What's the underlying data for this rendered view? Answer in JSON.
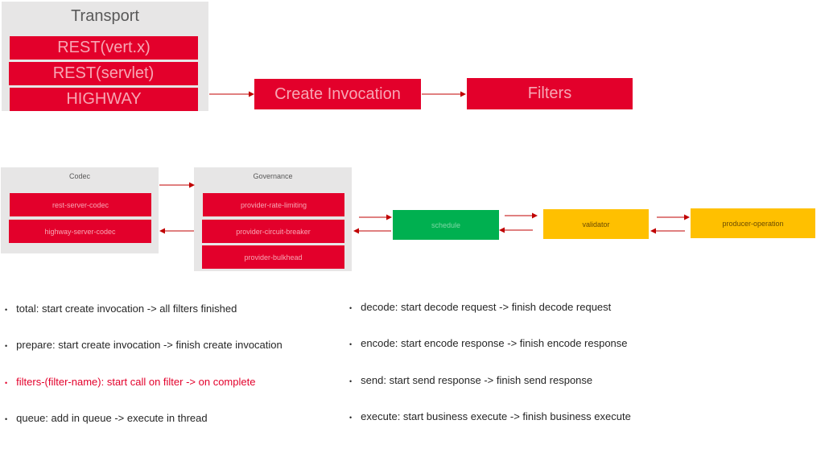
{
  "transport": {
    "title": "Transport",
    "items": [
      "REST(vert.x)",
      "REST(servlet)",
      "HIGHWAY"
    ]
  },
  "flow": {
    "create_invocation": "Create Invocation",
    "filters": "Filters"
  },
  "codec": {
    "title": "Codec",
    "items": [
      "rest-server-codec",
      "highway-server-codec"
    ]
  },
  "governance": {
    "title": "Governance",
    "items": [
      "provider-rate-limiting",
      "provider-circuit-breaker",
      "provider-bulkhead"
    ]
  },
  "pipeline": {
    "schedule": "schedule",
    "validator": "validator",
    "producer_operation": "producer-operation"
  },
  "bullets_left": [
    "total: start create invocation -> all filters finished",
    "prepare: start create invocation -> finish create invocation",
    "filters-(filter-name): start call on filter -> on complete",
    "queue: add in queue -> execute in thread"
  ],
  "bullets_right": [
    "decode: start decode request -> finish decode request",
    "encode: start encode response -> finish encode response",
    "send: start send response -> finish send response",
    "execute: start business execute -> finish business execute"
  ],
  "bullet_char": "•",
  "colors": {
    "red": "#e3002b",
    "green": "#00b050",
    "yellow": "#ffc000",
    "panel": "#e7e6e6",
    "arrow": "#c00000"
  }
}
